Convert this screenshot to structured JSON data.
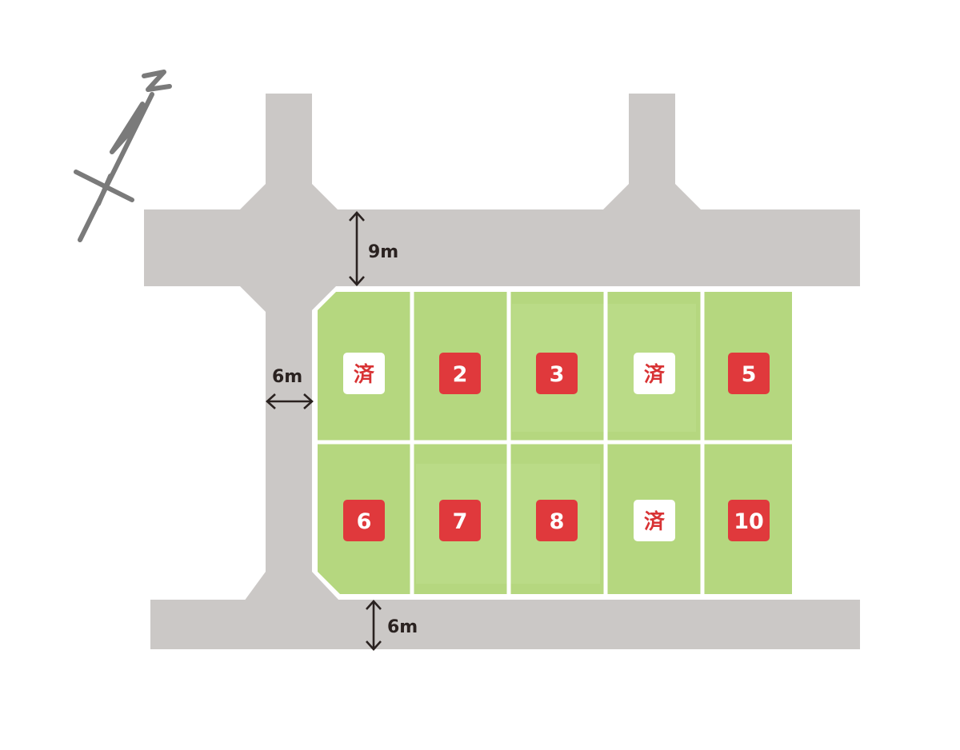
{
  "colors": {
    "road": "#cbc8c6",
    "lot": "#b5d77f",
    "sold_badge_bg": "#ffffff",
    "sold_badge_text": "#d83234",
    "available_badge_bg": "#e0393c",
    "available_badge_text": "#ffffff",
    "dimension_line": "#2a2220",
    "compass": "#7a7a7a"
  },
  "compass": {
    "icon": "north-arrow-icon",
    "label": "N"
  },
  "roads": {
    "north": {
      "width_label": "9m"
    },
    "west": {
      "width_label": "6m"
    },
    "south": {
      "width_label": "6m"
    }
  },
  "lots": [
    {
      "label": "済",
      "status": "sold"
    },
    {
      "label": "2",
      "status": "available"
    },
    {
      "label": "3",
      "status": "available"
    },
    {
      "label": "済",
      "status": "sold"
    },
    {
      "label": "5",
      "status": "available"
    },
    {
      "label": "6",
      "status": "available"
    },
    {
      "label": "7",
      "status": "available"
    },
    {
      "label": "8",
      "status": "available"
    },
    {
      "label": "済",
      "status": "sold"
    },
    {
      "label": "10",
      "status": "available"
    }
  ]
}
